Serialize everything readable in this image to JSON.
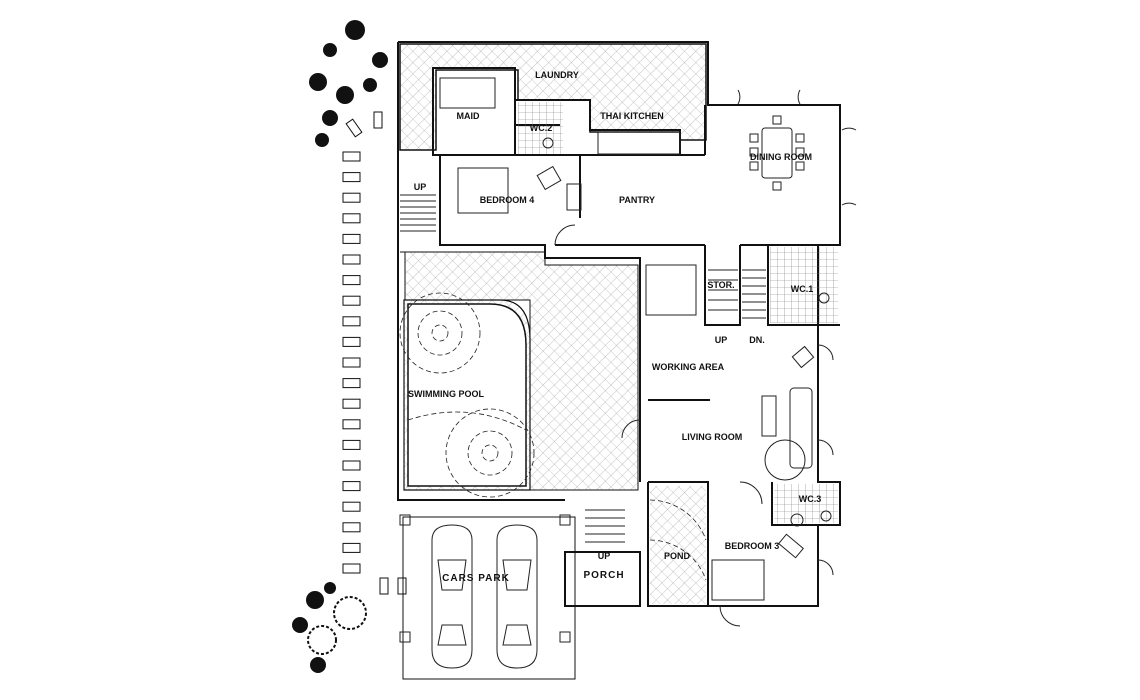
{
  "plan": {
    "rooms": {
      "laundry": "LAUNDRY",
      "maid": "MAID",
      "wc2": "WC.2",
      "thai_kitchen": "THAI KITCHEN",
      "dining_room": "DINING ROOM",
      "bedroom4": "BEDROOM 4",
      "pantry": "PANTRY",
      "stair_up_left": "UP",
      "storage": "STOR.",
      "wc1": "WC.1",
      "stair_up": "UP",
      "stair_down": "DN.",
      "working_area": "WORKING AREA",
      "swimming_pool": "SWIMMING POOL",
      "living_room": "LIVING ROOM",
      "wc3": "WC.3",
      "bedroom3": "BEDROOM 3",
      "pond": "POND",
      "porch_up": "UP",
      "porch": "PORCH",
      "cars_park": "CARS PARK"
    }
  }
}
